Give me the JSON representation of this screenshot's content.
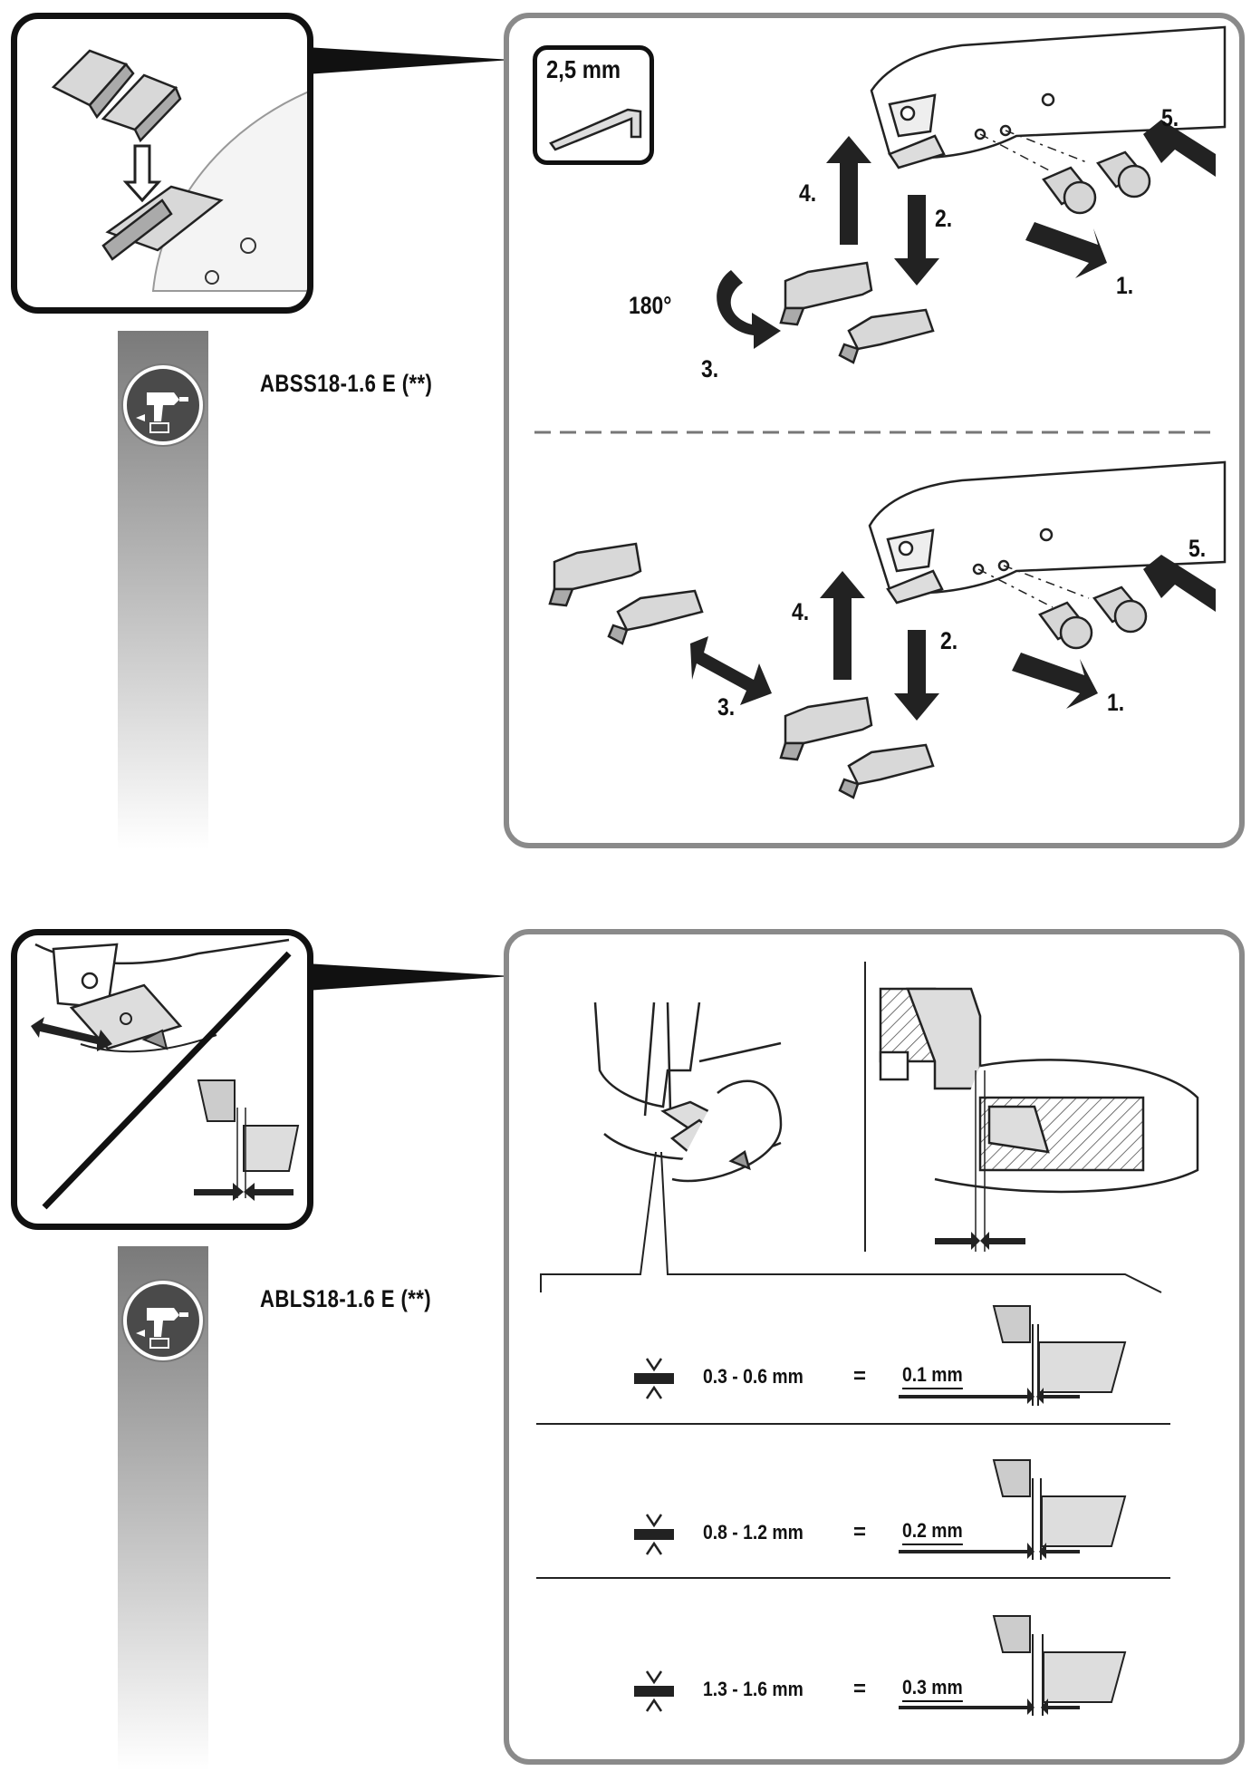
{
  "section_top": {
    "model_label": "ABSS18-1.6 E (**)",
    "tool_size": "2,5 mm",
    "upper_steps": {
      "s1": "1.",
      "s2": "2.",
      "s3": "3.",
      "s4": "4.",
      "s5": "5.",
      "rotation": "180°"
    },
    "lower_steps": {
      "s1": "1.",
      "s2": "2.",
      "s3": "3.",
      "s4": "4.",
      "s5": "5."
    }
  },
  "section_bottom": {
    "model_label": "ABLS18-1.6 E (**)",
    "rows": [
      {
        "thickness": "0.3 - 0.6 mm",
        "equals": "=",
        "gap": "0.1 mm"
      },
      {
        "thickness": "0.8 - 1.2 mm",
        "equals": "=",
        "gap": "0.2 mm"
      },
      {
        "thickness": "1.3 - 1.6 mm",
        "equals": "=",
        "gap": "0.3 mm"
      }
    ]
  },
  "colors": {
    "panel_border": "#8a8a8a",
    "inset_border": "#111111",
    "bar_top": "#7a7a7a"
  }
}
